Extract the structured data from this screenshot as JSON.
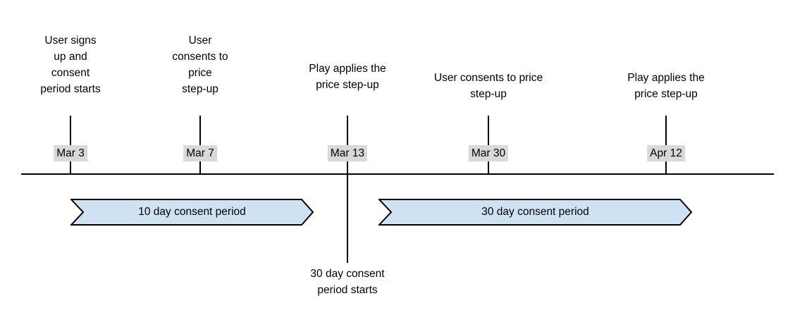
{
  "diagram": {
    "events": [
      {
        "label": "User signs\nup and\nconsent\nperiod starts",
        "date": "Mar 3"
      },
      {
        "label": "User\nconsents to\nprice\nstep-up",
        "date": "Mar 7"
      },
      {
        "label": "Play applies the\nprice step-up",
        "date": "Mar 13",
        "note_below": "30 day consent\nperiod starts"
      },
      {
        "label": "User consents to price\nstep-up",
        "date": "Mar 30"
      },
      {
        "label": "Play applies the\nprice step-up",
        "date": "Apr 12"
      }
    ],
    "periods": [
      {
        "label": "10 day consent period"
      },
      {
        "label": "30 day consent period"
      }
    ],
    "colors": {
      "line": "#000000",
      "date_chip_bg": "#d9d9d9",
      "period_fill": "#cfe2f3"
    }
  }
}
